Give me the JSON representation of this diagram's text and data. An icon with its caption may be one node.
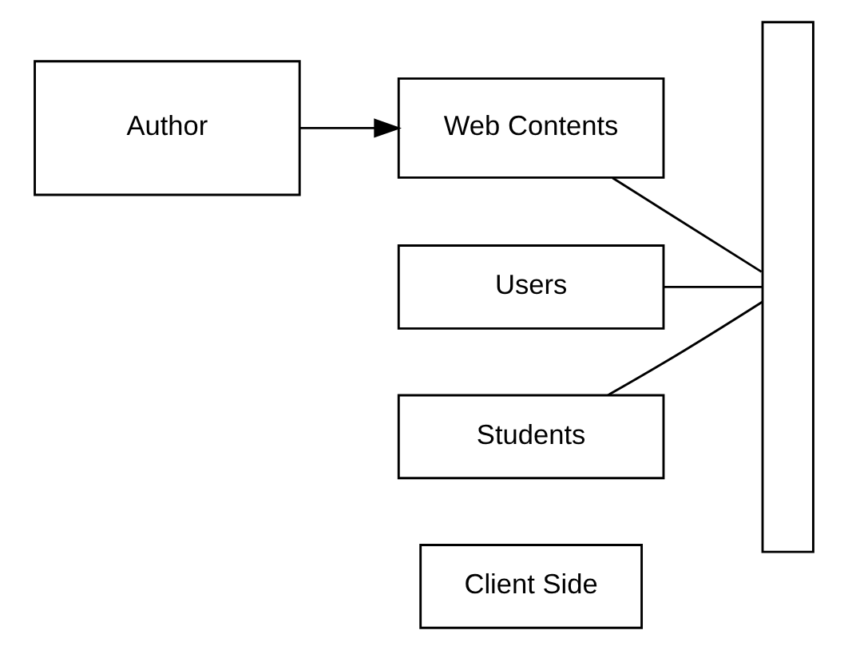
{
  "diagram": {
    "nodes": [
      {
        "text": [
          "Client Side"
        ]
      },
      {
        "text": [
          "Author"
        ]
      },
      {
        "text": [
          "Web Contents"
        ]
      },
      {
        "text": [
          "Users"
        ]
      },
      {
        "text": [
          "Students"
        ]
      },
      {
        "text": [],
        "shape": "bar"
      }
    ],
    "edges": [
      {
        "from": 1,
        "to": 2,
        "arrow": "to"
      },
      {
        "from": 2,
        "to": 5,
        "arrow": "none"
      },
      {
        "from": 3,
        "to": 5,
        "arrow": "none"
      },
      {
        "from": 4,
        "to": 5,
        "arrow": "none"
      }
    ]
  }
}
